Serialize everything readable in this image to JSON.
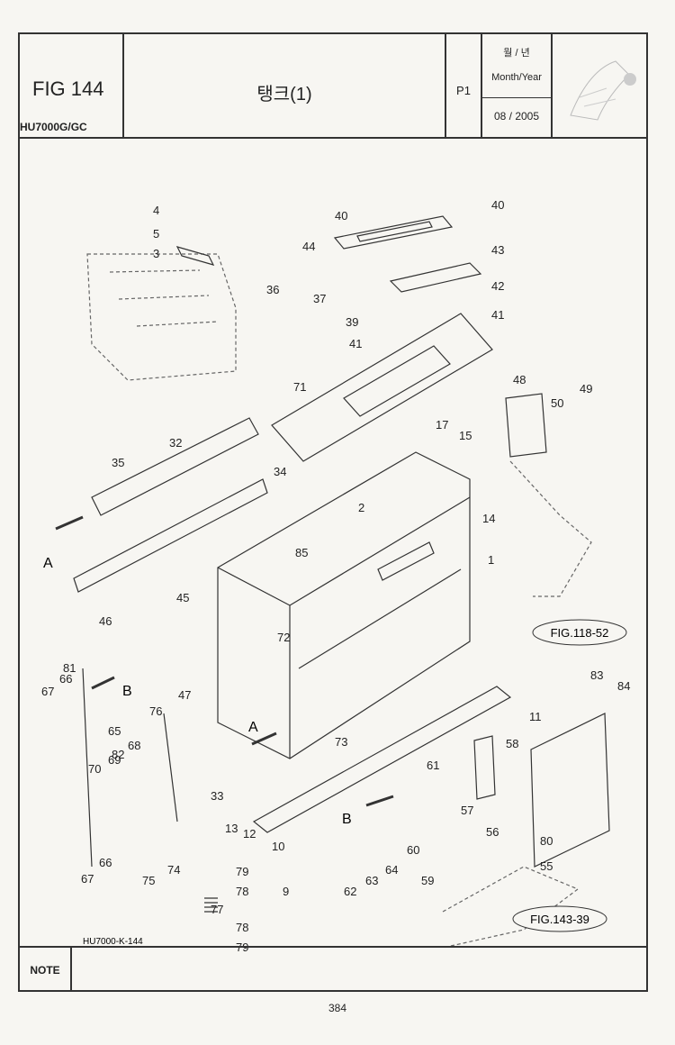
{
  "header": {
    "fig_label": "FIG 144",
    "model": "HU7000G/GC",
    "title": "탱크(1)",
    "page_code": "P1",
    "date_label_kr": "월 / 년",
    "date_label_en": "Month/Year",
    "date_value": "08 / 2005"
  },
  "drawing_code": "HU7000-K-144",
  "view_markers": [
    "A",
    "A",
    "B",
    "B"
  ],
  "references": [
    "FIG.118-52",
    "FIG.143-39"
  ],
  "callouts": [
    "1",
    "2",
    "3",
    "4",
    "5",
    "9",
    "10",
    "11",
    "12",
    "13",
    "14",
    "15",
    "17",
    "32",
    "33",
    "34",
    "35",
    "36",
    "37",
    "39",
    "40",
    "40",
    "41",
    "41",
    "42",
    "43",
    "44",
    "45",
    "46",
    "47",
    "48",
    "49",
    "50",
    "55",
    "56",
    "57",
    "58",
    "59",
    "60",
    "61",
    "62",
    "63",
    "64",
    "65",
    "66",
    "66",
    "67",
    "67",
    "68",
    "69",
    "70",
    "71",
    "72",
    "73",
    "74",
    "75",
    "76",
    "77",
    "78",
    "78",
    "79",
    "79",
    "80",
    "81",
    "82",
    "83",
    "84",
    "85"
  ],
  "note_label": "NOTE",
  "page_number": "384"
}
